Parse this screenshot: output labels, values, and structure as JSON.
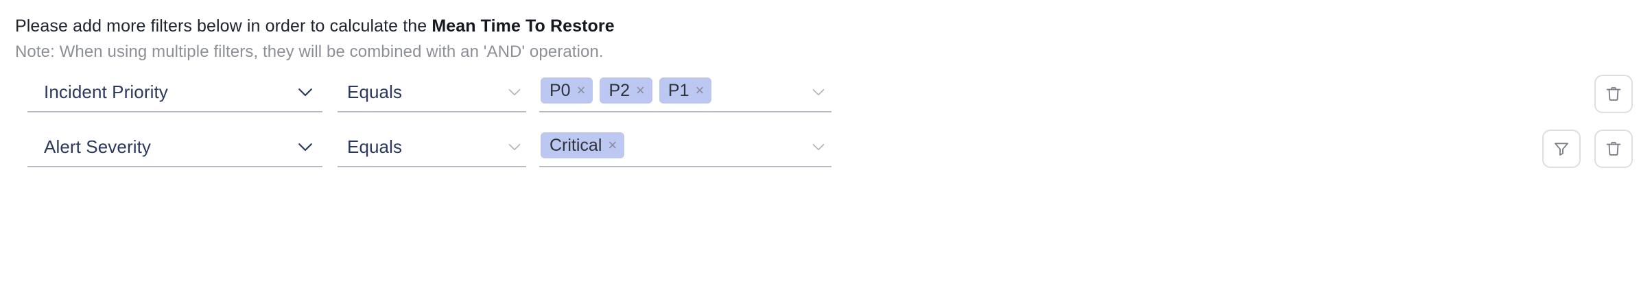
{
  "header": {
    "instruction_prefix": "Please add more filters below in order to calculate the ",
    "instruction_metric": "Mean Time To Restore",
    "note": "Note: When using multiple filters, they will be combined with an 'AND' operation."
  },
  "colors": {
    "chip_background": "#bcc7f2",
    "field_text": "#2b3a5c",
    "note_text": "#8c8f96",
    "underline": "#b9bcc2",
    "button_border": "#dcdee2",
    "icon_stroke": "#7b7f87"
  },
  "filters": [
    {
      "field": "Incident Priority",
      "operator": "Equals",
      "values": [
        "P0",
        "P2",
        "P1"
      ],
      "remove_glyph": "×",
      "actions": [
        "delete-filter-button"
      ]
    },
    {
      "field": "Alert Severity",
      "operator": "Equals",
      "values": [
        "Critical"
      ],
      "remove_glyph": "×",
      "actions": [
        "add-filter-button",
        "delete-filter-button"
      ]
    }
  ],
  "icons": {
    "field_dropdown": "chevron-down-icon",
    "operator_dropdown": "chevron-down-icon",
    "value_dropdown": "chevron-down-icon",
    "add_filter": "funnel-icon",
    "delete_filter": "trash-icon",
    "chip_remove": "close-icon"
  }
}
